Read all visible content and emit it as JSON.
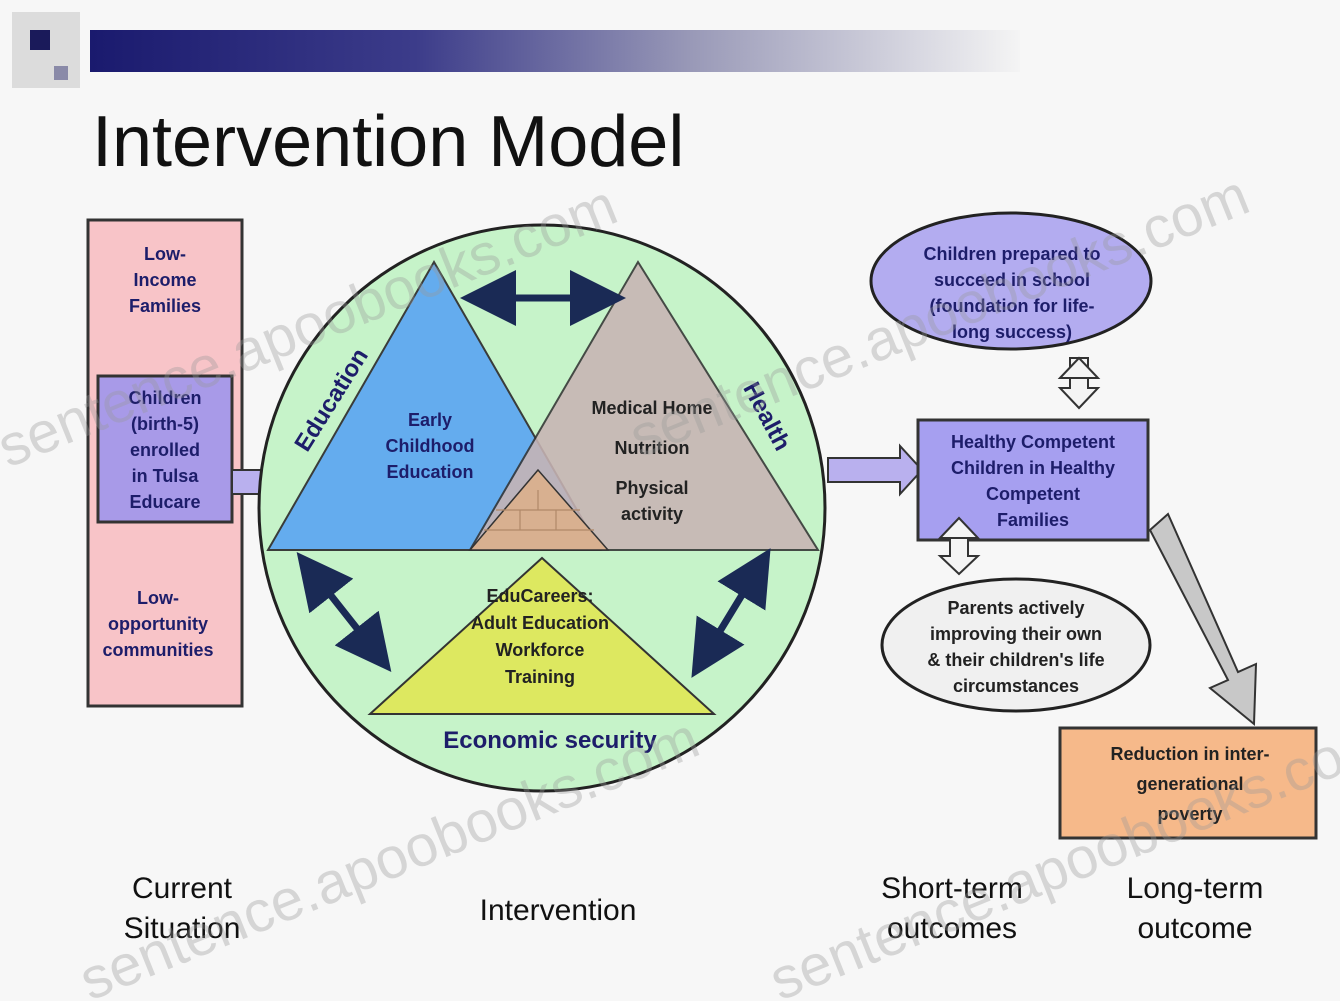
{
  "title": "Intervention Model",
  "current_situation": {
    "top": [
      "Low-",
      "Income",
      "Families"
    ],
    "middle": [
      "Children",
      "(birth-5)",
      "enrolled",
      "in Tulsa",
      "Educare"
    ],
    "bottom": [
      "Low-",
      "opportunity",
      "communities"
    ]
  },
  "intervention": {
    "education_label": "Education",
    "health_label": "Health",
    "economic_label": "Economic security",
    "early_childhood": [
      "Early",
      "Childhood",
      "Education"
    ],
    "health_items": [
      "Medical Home",
      "Nutrition",
      "Physical",
      "activity"
    ],
    "educareers": [
      "EduCareers:",
      "Adult Education",
      "Workforce",
      "Training"
    ]
  },
  "outcomes": {
    "children_prepared": [
      "Children prepared to",
      "succeed in school",
      "(foundation for life-",
      "long success)"
    ],
    "healthy_competent": [
      "Healthy Competent",
      "Children in Healthy",
      "Competent",
      "Families"
    ],
    "parents_improving": [
      "Parents actively",
      "improving their own",
      "& their children's life",
      "circumstances"
    ],
    "reduction": [
      "Reduction in inter-",
      "generational",
      "poverty"
    ]
  },
  "bottom_labels": {
    "current": [
      "Current",
      "Situation"
    ],
    "intervention": [
      "Intervention"
    ],
    "short_term": [
      "Short-term",
      "outcomes"
    ],
    "long_term": [
      "Long-term",
      "outcome"
    ]
  },
  "watermarks": [
    "sentence.apoobooks.com",
    "sentence.apoobooks.com",
    "sentence.apoobooks.com",
    "sentence.apoobooks.com"
  ]
}
